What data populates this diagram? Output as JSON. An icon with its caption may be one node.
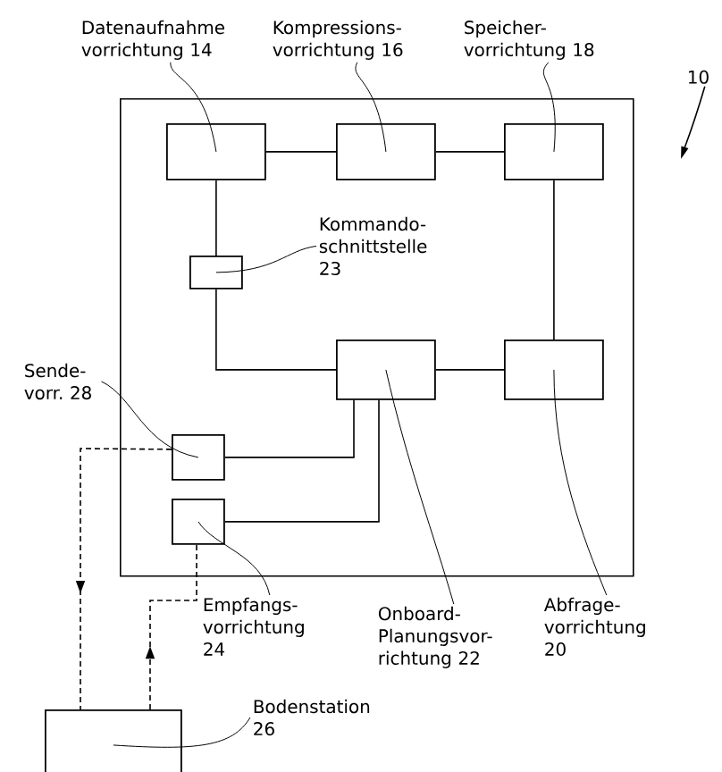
{
  "diagram": {
    "nodes": [
      {
        "text": [],
        "shape": "box"
      },
      {
        "text": [
          "Datenaufnahme vorrichtung 14"
        ]
      },
      {
        "text": [
          "Kompressions- vorrichtung 16"
        ]
      },
      {
        "text": [
          "Speicher- vorrichtung 18"
        ]
      },
      {
        "text": [
          "10"
        ]
      },
      {
        "text": [],
        "shape": "box",
        "in": 0
      },
      {
        "text": [],
        "shape": "box",
        "in": 0
      },
      {
        "text": [],
        "shape": "box",
        "in": 0
      },
      {
        "text": [
          "Kommando- schnittstelle 23"
        ],
        "in": 0
      },
      {
        "text": [],
        "shape": "box",
        "in": 0
      },
      {
        "text": [
          "Sende- vorr. 28"
        ]
      },
      {
        "text": [],
        "shape": "box",
        "in": 0
      },
      {
        "text": [],
        "shape": "box",
        "in": 0
      },
      {
        "text": [],
        "shape": "box",
        "in": 0
      },
      {
        "text": [],
        "shape": "box",
        "in": 0
      },
      {
        "text": [
          "Empfangs- vorrichtung 24"
        ]
      },
      {
        "text": [
          "Onboard- Planungsvor- richtung 22"
        ]
      },
      {
        "text": [
          "Abfrage- vorrichtung 20"
        ]
      },
      {
        "text": [],
        "shape": "box"
      },
      {
        "text": [
          "Bodenstation 26"
        ]
      }
    ],
    "edges": [
      {
        "from": 5,
        "to": 6,
        "arrow": "none"
      },
      {
        "from": 6,
        "to": 7,
        "arrow": "none"
      },
      {
        "from": 5,
        "to": 9,
        "arrow": "none"
      },
      {
        "from": 9,
        "to": 11,
        "arrow": "none"
      },
      {
        "from": 7,
        "to": 12,
        "arrow": "none"
      },
      {
        "from": 11,
        "to": 12,
        "arrow": "none"
      },
      {
        "from": 11,
        "to": 13,
        "arrow": "none"
      },
      {
        "from": 11,
        "to": 14,
        "arrow": "none"
      },
      {
        "from": 13,
        "to": 18,
        "arrow": "to",
        "style": "dashed"
      },
      {
        "from": 18,
        "to": 14,
        "arrow": "to",
        "style": "dashed"
      },
      {
        "from": 4,
        "to": null,
        "arrow": "to"
      },
      {
        "from": 1,
        "to": 5,
        "arrow": "none"
      },
      {
        "from": 2,
        "to": 6,
        "arrow": "none"
      },
      {
        "from": 3,
        "to": 7,
        "arrow": "none"
      },
      {
        "from": 8,
        "to": 9,
        "arrow": "none"
      },
      {
        "from": 10,
        "to": 13,
        "arrow": "none"
      },
      {
        "from": 15,
        "to": 14,
        "arrow": "none"
      },
      {
        "from": 16,
        "to": 11,
        "arrow": "none"
      },
      {
        "from": 17,
        "to": 12,
        "arrow": "none"
      },
      {
        "from": 19,
        "to": 18,
        "arrow": "none"
      }
    ]
  }
}
